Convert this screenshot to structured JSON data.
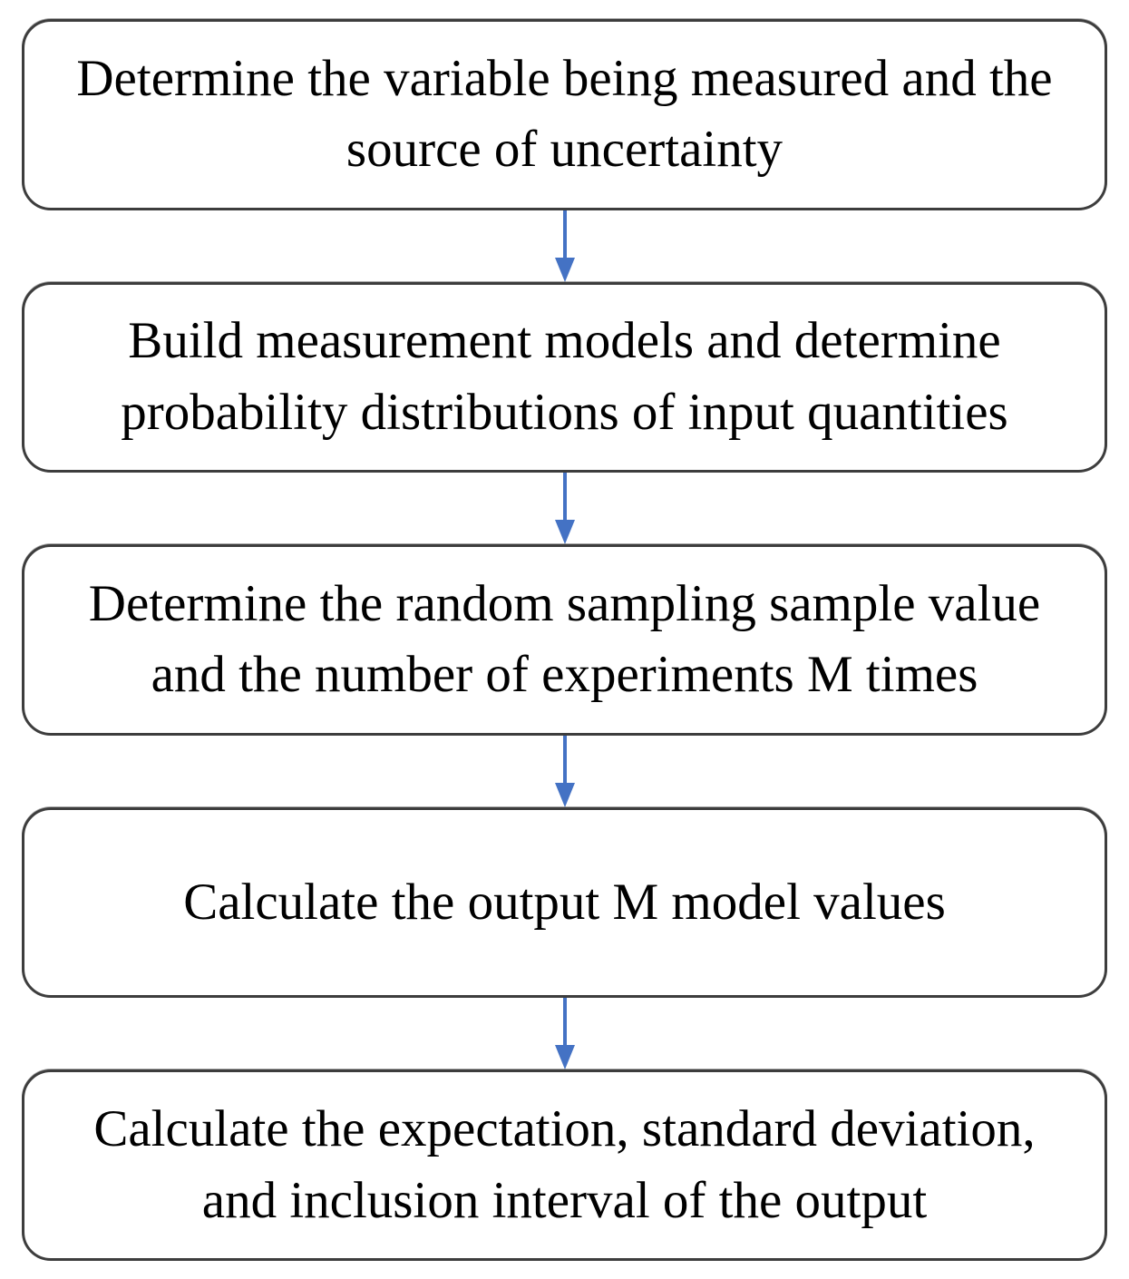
{
  "diagram": {
    "type": "flowchart",
    "direction": "top-down",
    "steps": [
      {
        "label": "Determine the variable being measured and the source of uncertainty"
      },
      {
        "label": "Build measurement models and determine probability distributions of input quantities"
      },
      {
        "label": "Determine the random sampling sample value and the number of experiments M times"
      },
      {
        "label": "Calculate the output M model values"
      },
      {
        "label": "Calculate the expectation, standard deviation, and inclusion interval of the output"
      }
    ],
    "connector_icon": "arrow-down-icon",
    "colors": {
      "box_border": "#3d3d3d",
      "box_fill": "#ffffff",
      "arrow": "#4472C4",
      "text": "#000000",
      "background": "#ffffff"
    }
  }
}
